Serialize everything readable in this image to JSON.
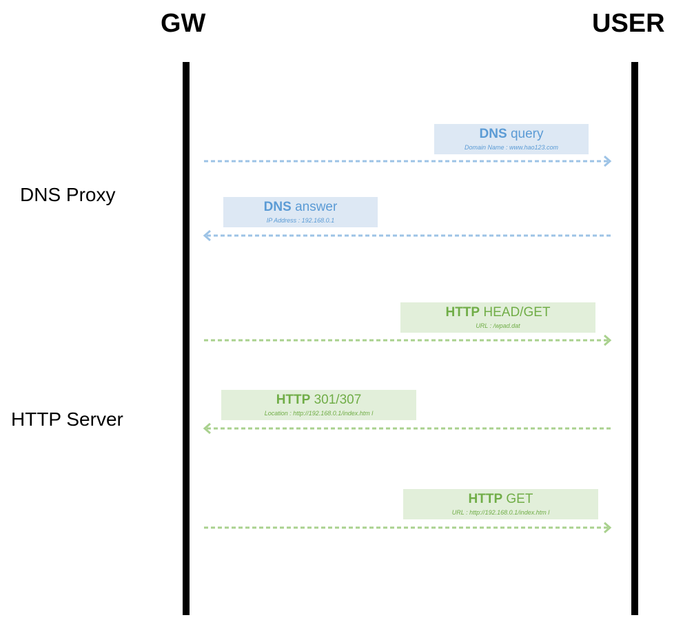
{
  "actors": {
    "left": "GW",
    "right": "USER"
  },
  "phases": {
    "dns": "DNS Proxy",
    "http": "HTTP Server"
  },
  "colors": {
    "dns": "#5b9bd5",
    "dns_box": "#dde8f4",
    "http": "#70ad47",
    "http_box": "#e2efda",
    "lifeline": "#000000"
  },
  "messages": [
    {
      "proto": "DNS",
      "label": "query",
      "detail": "Domain Name : www.hao123.com",
      "direction": "to-user"
    },
    {
      "proto": "DNS",
      "label": "answer",
      "detail": "IP Address : 192.168.0.1",
      "direction": "to-gw"
    },
    {
      "proto": "HTTP",
      "label": "HEAD/GET",
      "detail": "URL : /wpad.dat",
      "direction": "to-user"
    },
    {
      "proto": "HTTP",
      "label": "301/307",
      "detail": "Location : http://192.168.0.1/index.htm l",
      "direction": "to-gw"
    },
    {
      "proto": "HTTP",
      "label": "GET",
      "detail": "URL : http://192.168.0.1/index.htm l",
      "direction": "to-user"
    }
  ]
}
